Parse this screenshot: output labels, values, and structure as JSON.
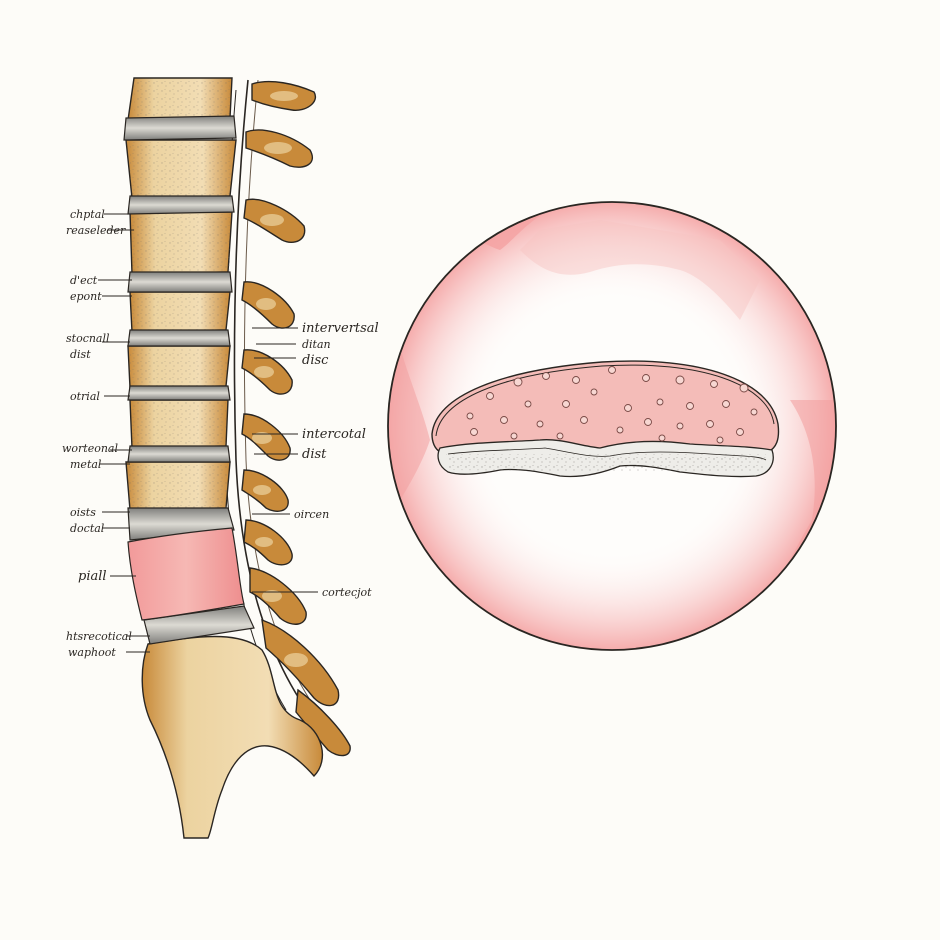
{
  "illustration": {
    "colors": {
      "bone": "#c88a3a",
      "bone_light": "#ecd3a0",
      "bone_shadow": "#a86a22",
      "disc": "#8d8d8a",
      "disc_light": "#d8d6cf",
      "herniated_disc": "#ef8e8e",
      "highlight_pink": "#f2a6a6",
      "ink": "#2a2622",
      "background": "#fdfcf8"
    },
    "left_labels": [
      {
        "id": "lbl-l1",
        "line1": "chptal",
        "line2": "reaseleder"
      },
      {
        "id": "lbl-l2",
        "line1": "d'ect",
        "line2": "epont"
      },
      {
        "id": "lbl-l3",
        "line1": "stocnall",
        "line2": "dist"
      },
      {
        "id": "lbl-l4",
        "line1": "otrial",
        "line2": ""
      },
      {
        "id": "lbl-l5",
        "line1": "worteonal",
        "line2": "metal"
      },
      {
        "id": "lbl-l6",
        "line1": "oists",
        "line2": "doctal"
      },
      {
        "id": "lbl-l7",
        "line1": "piall",
        "line2": ""
      },
      {
        "id": "lbl-l8",
        "line1": "htsrecotical",
        "line2": "waphoot"
      }
    ],
    "right_labels": [
      {
        "id": "lbl-r1",
        "line1": "intervertsal",
        "line2": "ditan",
        "line3": "disc"
      },
      {
        "id": "lbl-r2",
        "line1": "intercotal",
        "line2": "dist",
        "line3": ""
      },
      {
        "id": "lbl-r3",
        "line1": "oircen",
        "line2": "",
        "line3": ""
      },
      {
        "id": "lbl-r4",
        "line1": "cortecjot",
        "line2": "",
        "line3": ""
      }
    ]
  }
}
